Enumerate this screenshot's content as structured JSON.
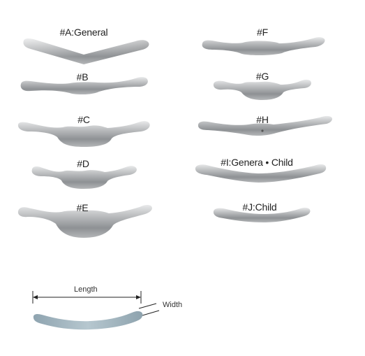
{
  "bands": [
    {
      "label": "#A:General"
    },
    {
      "label": "#B"
    },
    {
      "label": "#C"
    },
    {
      "label": "#D"
    },
    {
      "label": "#E"
    },
    {
      "label": "#F"
    },
    {
      "label": "#G"
    },
    {
      "label": "#H"
    },
    {
      "label": "#I:Genera • Child"
    },
    {
      "label": "#J:Child"
    }
  ],
  "diagram": {
    "length_label": "Length",
    "width_label": "Width"
  }
}
